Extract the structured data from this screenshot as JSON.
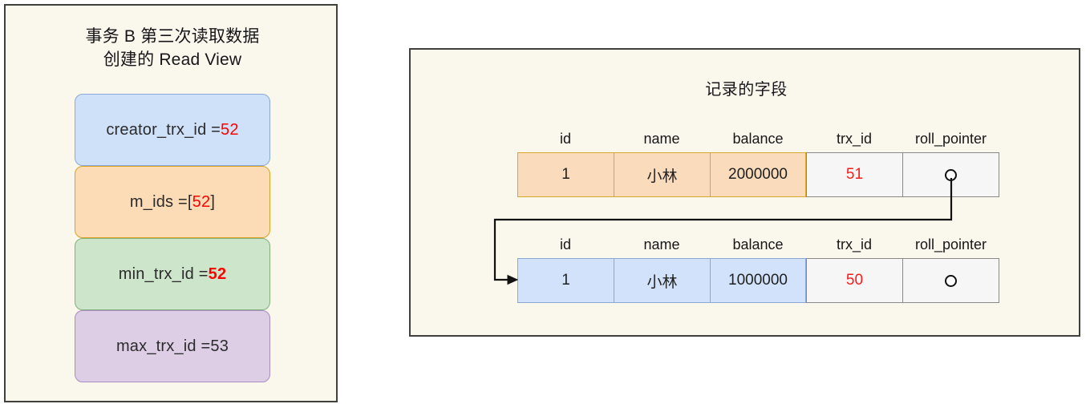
{
  "readview": {
    "title": "事务 B 第三次读取数据\n创建的 Read View",
    "fields": [
      {
        "label": "creator_trx_id = ",
        "value": "52",
        "prefix": "",
        "suffix": "",
        "bold": false,
        "color": "#ff0000",
        "fill": "#cfe0f9",
        "stroke": "#8aa9d8"
      },
      {
        "label": "m_ids = ",
        "value": "52",
        "prefix": "[",
        "suffix": "]",
        "bold": false,
        "color": "#ff0000",
        "fill": "#fcdcb6",
        "stroke": "#d9a227"
      },
      {
        "label": "min_trx_id = ",
        "value": "52",
        "prefix": "",
        "suffix": "",
        "bold": true,
        "color": "#ff0000",
        "fill": "#cde5cb",
        "stroke": "#84b07e"
      },
      {
        "label": "max_trx_id = ",
        "value": "53",
        "prefix": "",
        "suffix": "",
        "bold": false,
        "color": "#2b2b2b",
        "fill": "#ddcee6",
        "stroke": "#a98cc0"
      }
    ]
  },
  "record": {
    "title": "记录的字段",
    "columns": [
      "id",
      "name",
      "balance",
      "trx_id",
      "roll_pointer"
    ],
    "rows": [
      {
        "id": "1",
        "name": "小林",
        "balance": "2000000",
        "trx_id": "51",
        "roll_pointer": "pointer-circle",
        "accent": "orange"
      },
      {
        "id": "1",
        "name": "小林",
        "balance": "1000000",
        "trx_id": "50",
        "roll_pointer": "pointer-circle",
        "accent": "blue"
      }
    ]
  },
  "colors": {
    "panel_background": "#faf8ec",
    "panel_border": "#40403c",
    "red_value": "#ff0000",
    "orange_fill": "#fadcbd",
    "orange_stroke": "#d8a72a",
    "blue_fill": "#d3e2fb",
    "blue_stroke": "#8aa8d6",
    "plain_fill": "#f6f6f6",
    "plain_stroke": "#8a8a8a",
    "connector": "#111111"
  }
}
